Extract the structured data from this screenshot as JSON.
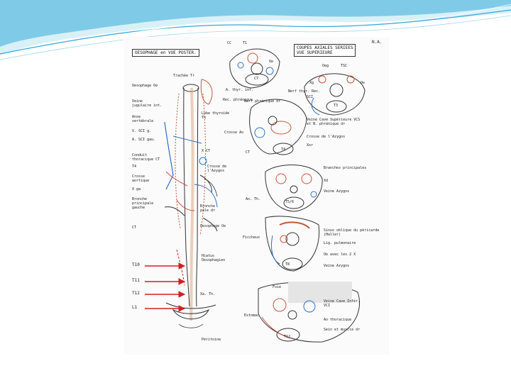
{
  "theme": {
    "accent": "#2fa9d6",
    "accent_light": "#bfe6f3",
    "arrow": "#d12020"
  },
  "figure": {
    "author_mark": "N.A.",
    "title_left": "OESOPHAGE en VUE POSTER.",
    "title_right_line1": "COUPES AXIALES SERIEES",
    "title_right_line2": "VUE SUPERIEURE",
    "left_labels": {
      "trachee": "Trachée Tr",
      "oesophage": "Oesophage Oe",
      "veine_jug": "Veine jugulaire int.",
      "anse_vert": "Anse vertébrale",
      "v_sci_g": "V. SCI g.",
      "a_sci_g": "A. SCI gau.",
      "lobe_thyr": "Lobe thyroïde Th",
      "recur_phr": "Rec. phrénique",
      "conduit": "Conduit thoracique CT",
      "t4": "T4",
      "crosse_aorte": "Crosse aortique",
      "x_ga": "X ga",
      "bronche_g": "Bronche principale gauche",
      "ct": "CT",
      "crosse_azygos": "Crosse de l'Azygos",
      "x_ct": "X CT",
      "bronche_d": "Bronche pale dr",
      "oesophage_oe": "Oesophage Oe",
      "hiatus": "Hiatus Oesophagien",
      "xa_th": "Xa. Th.",
      "peritoine": "Péritoine",
      "t10": "T10",
      "t11": "T11",
      "t12": "T12",
      "l1": "L1"
    },
    "right_labels": {
      "cc": "CC",
      "t1": "T1",
      "oe_top": "Oe",
      "c7": "C7",
      "a_thyr": "A. thyr. inf.",
      "nerf_phr": "Nerf phrénique dr",
      "veine_cave": "Veine Cave Supérieure VCS et N. phrénique dr",
      "crosse_aorte_ao": "Crosse Ao",
      "crosse_azygos": "Crosse de l'Azygos",
      "t4": "T4",
      "x_or": "Xor",
      "oeg": "Oeg",
      "tsc": "TSC",
      "xg": "Xg",
      "oe2": "Oe",
      "nerf_thyr": "Nerf thyr. Rec.",
      "sci": "SCI",
      "t3": "T3",
      "ct": "CT",
      "bronches": "Branches principales",
      "veine_azygos": "Veine Azygos",
      "t5_6": "T5/6",
      "ao_th": "Ao. Th.",
      "xd": "Xd",
      "sinus": "Sinus oblique du péricarde (Haller)",
      "lig_pulm": "Lig. pulmonaire",
      "oe_x": "Oe avec les 2 X",
      "veine_azygos2": "Veine Azygos",
      "t8": "T8",
      "ficcheux": "Ficcheux",
      "vcs_label": "Veine Cave Infér. VCI",
      "ao_thor": "Ao thoracique",
      "sein": "Sein et muscle dr",
      "estomac": "Estomac",
      "foie": "Foie",
      "t12": "T12"
    }
  }
}
